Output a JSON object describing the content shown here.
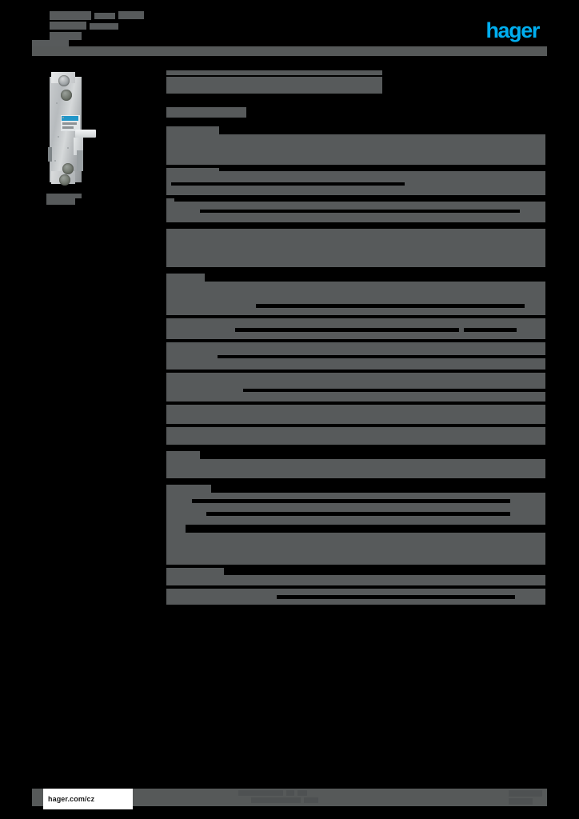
{
  "document": {
    "kind": "product-datasheet",
    "page_background": "#000000",
    "redaction_color": "#575a5b",
    "brand_color": "#00aeef"
  },
  "header": {
    "title_redacted": "",
    "subtitle_redacted": "",
    "logo_text": "hager",
    "logo_color": "#00aeef"
  },
  "left_column": {
    "product_image_alt": "modular DIN-rail auxiliary contact device",
    "caption_redacted": ""
  },
  "main": {
    "title_redacted": "",
    "subtitle_redacted": ""
  },
  "spec_table": {
    "sections": [
      {
        "heading_redacted": "",
        "heading_width": 64,
        "rows": [
          {
            "height": 38,
            "knockouts": []
          },
          {
            "height": 4,
            "knockouts": [],
            "gap": true
          },
          {
            "height": 34,
            "knockouts": [
              [
                6,
                18,
                296,
                4
              ]
            ]
          },
          {
            "height": 4,
            "knockouts": [],
            "gap": true
          },
          {
            "height": 30,
            "knockouts": [
              [
                18,
                22,
                220,
                4
              ]
            ]
          }
        ]
      }
    ]
  },
  "footer": {
    "url": "hager.com/cz",
    "center_redacted": "",
    "page_number_redacted": ""
  }
}
